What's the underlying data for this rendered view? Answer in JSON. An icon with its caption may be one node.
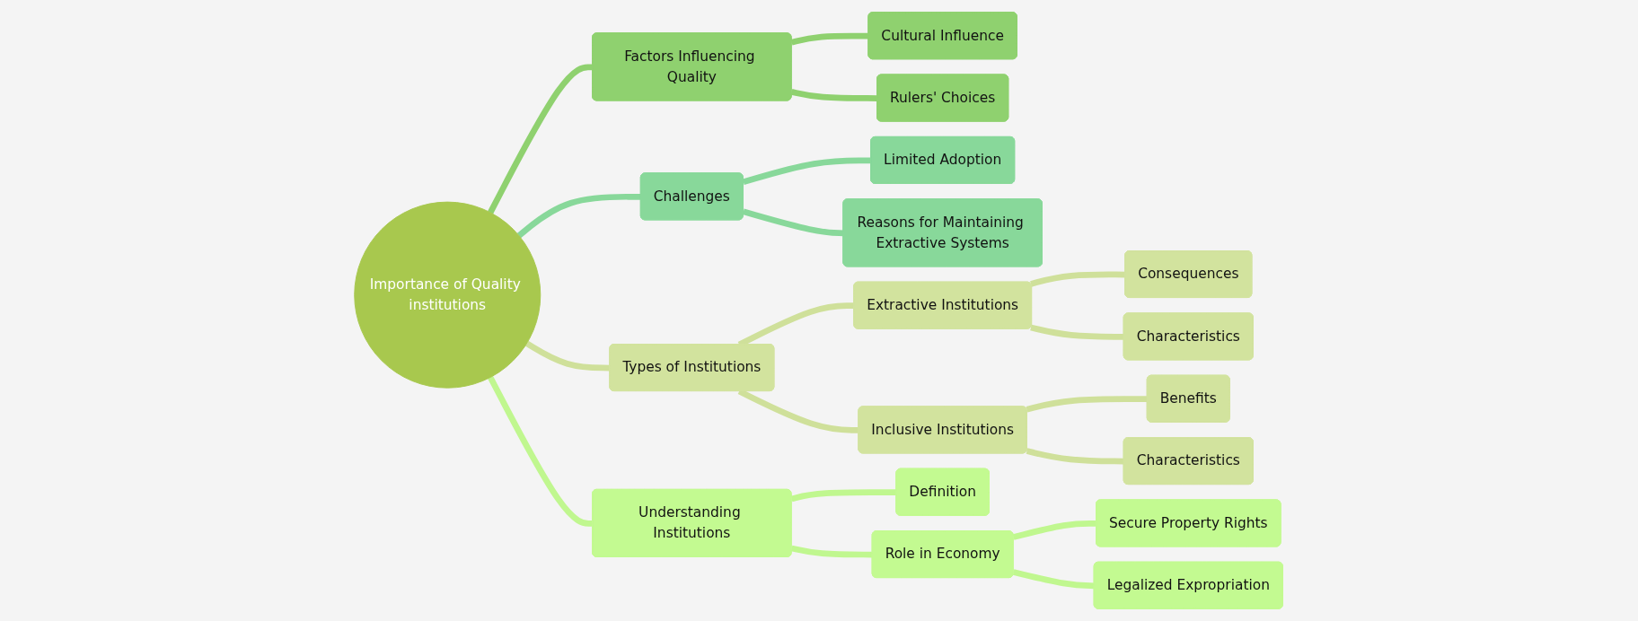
{
  "diagram": {
    "nodes": [
      {
        "text": [
          "Importance of Quality institutions"
        ]
      },
      {
        "text": [
          "Factors Influencing Quality"
        ]
      },
      {
        "text": [
          "Cultural Influence"
        ]
      },
      {
        "text": [
          "Rulers' Choices"
        ]
      },
      {
        "text": [
          "Challenges"
        ]
      },
      {
        "text": [
          "Limited Adoption"
        ]
      },
      {
        "text": [
          "Reasons for Maintaining Extractive Systems"
        ]
      },
      {
        "text": [
          "Types of Institutions"
        ]
      },
      {
        "text": [
          "Extractive Institutions"
        ]
      },
      {
        "text": [
          "Consequences"
        ]
      },
      {
        "text": [
          "Characteristics"
        ]
      },
      {
        "text": [
          "Inclusive Institutions"
        ]
      },
      {
        "text": [
          "Benefits"
        ]
      },
      {
        "text": [
          "Characteristics"
        ]
      },
      {
        "text": [
          "Understanding Institutions"
        ]
      },
      {
        "text": [
          "Definition"
        ]
      },
      {
        "text": [
          "Role in Economy"
        ]
      },
      {
        "text": [
          "Secure Property Rights"
        ]
      },
      {
        "text": [
          "Legalized Expropriation"
        ]
      }
    ],
    "edges": [
      {
        "from": 0,
        "to": 1,
        "arrow": "none",
        "color": "#8fd16f"
      },
      {
        "from": 1,
        "to": 2,
        "arrow": "none",
        "color": "#8fd16f"
      },
      {
        "from": 1,
        "to": 3,
        "arrow": "none",
        "color": "#8fd16f"
      },
      {
        "from": 0,
        "to": 4,
        "arrow": "none",
        "color": "#88d89a"
      },
      {
        "from": 4,
        "to": 5,
        "arrow": "none",
        "color": "#88d89a"
      },
      {
        "from": 4,
        "to": 6,
        "arrow": "none",
        "color": "#88d89a"
      },
      {
        "from": 0,
        "to": 7,
        "arrow": "none"
      },
      {
        "from": 7,
        "to": 8,
        "arrow": "none"
      },
      {
        "from": 8,
        "to": 9,
        "arrow": "none"
      },
      {
        "from": 8,
        "to": 10,
        "arrow": "none"
      },
      {
        "from": 7,
        "to": 11,
        "arrow": "none"
      },
      {
        "from": 11,
        "to": 12,
        "arrow": "none"
      },
      {
        "from": 11,
        "to": 13,
        "arrow": "none"
      },
      {
        "from": 0,
        "to": 14,
        "arrow": "none",
        "color": "#c0f78f"
      },
      {
        "from": 14,
        "to": 15,
        "arrow": "none",
        "color": "#c0f78f"
      },
      {
        "from": 14,
        "to": 16,
        "arrow": "none",
        "color": "#c0f78f"
      },
      {
        "from": 16,
        "to": 17,
        "arrow": "none",
        "color": "#c0f78f"
      },
      {
        "from": 16,
        "to": 18,
        "arrow": "none",
        "color": "#c0f78f"
      }
    ]
  }
}
